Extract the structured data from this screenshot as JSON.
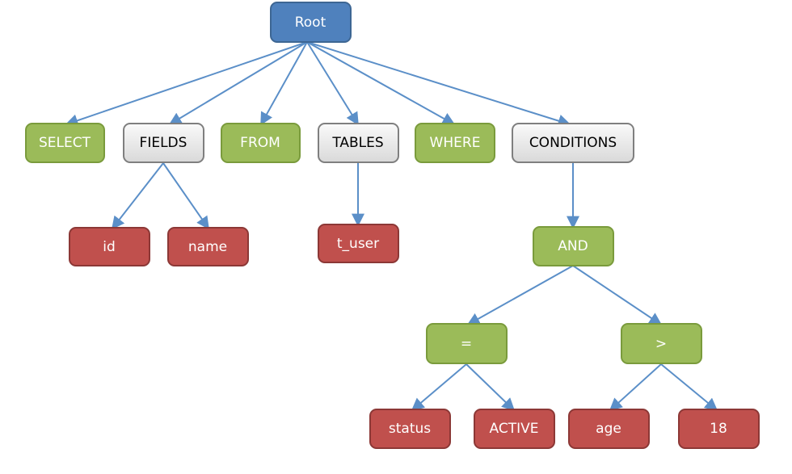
{
  "nodes": {
    "root": "Root",
    "select": "SELECT",
    "fields": "FIELDS",
    "from": "FROM",
    "tables": "TABLES",
    "where": "WHERE",
    "conditions": "CONDITIONS",
    "id": "id",
    "name": "name",
    "t_user": "t_user",
    "and": "AND",
    "eq": "=",
    "gt": ">",
    "status": "status",
    "active": "ACTIVE",
    "age": "age",
    "eighteen": "18"
  },
  "colors": {
    "blue_fill": "#4f81bd",
    "blue_stroke": "#3d6693",
    "green_fill": "#9bbb59",
    "green_stroke": "#7a9b3c",
    "gray_fill": "#ececec",
    "gray_stroke": "#7f7f7f",
    "red_fill": "#c0504d",
    "red_stroke": "#8c3836",
    "edge": "#5b8fc8"
  }
}
